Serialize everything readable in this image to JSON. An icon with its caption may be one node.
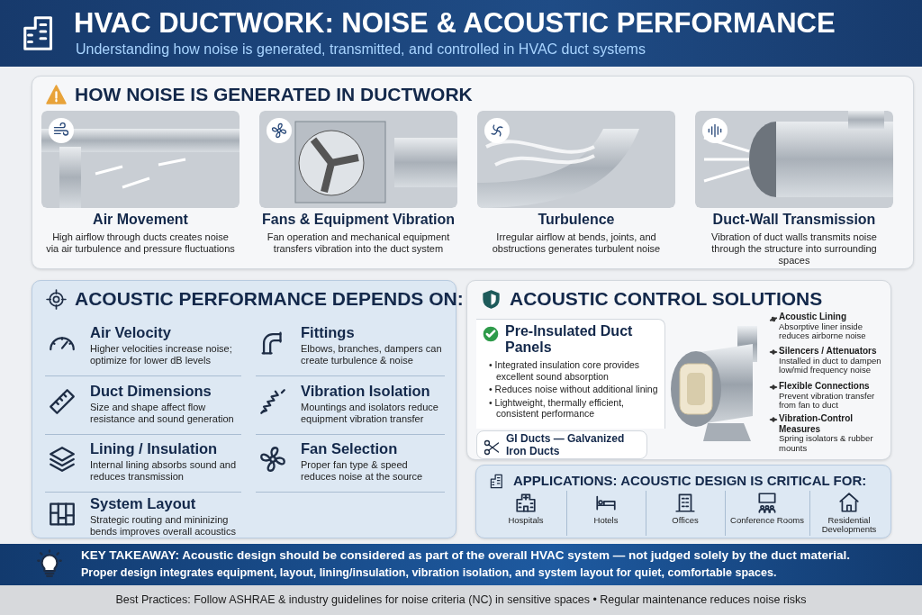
{
  "diagram": {
    "title": "HVAC DUCTWORK: NOISE & ACOUSTIC PERFORMANCE",
    "nodes": [
      {
        "text": [
          "HOW NOISE IS GENERATED IN DUCTWORK"
        ]
      },
      {
        "text": [
          "Air Movement",
          "High airflow through ducts creates noise via air turbulence and pressure fluctuations"
        ],
        "in": 0
      },
      {
        "text": [
          "Fans & Equipment Vibration",
          "Fan operation and mechanical equipment transfers vibration into the duct system"
        ],
        "in": 0
      },
      {
        "text": [
          "Turbulence",
          "Irregular airflow at bends, joints, and obstructions generates turbulent noise"
        ],
        "in": 0
      },
      {
        "text": [
          "Duct-Wall Transmission",
          "Vibration of duct walls transmits noise through the structure into surrounding spaces"
        ],
        "in": 0
      },
      {
        "text": [
          "ACOUSTIC PERFORMANCE DEPENDS ON:"
        ]
      },
      {
        "text": [
          "Air Velocity",
          "Higher velocities increase noise; optimize for lower dB levels"
        ],
        "in": 5
      },
      {
        "text": [
          "Fittings",
          "Elbows, branches, dampers can create turbulence & noise"
        ],
        "in": 5
      },
      {
        "text": [
          "Duct Dimensions",
          "Size and shape affect flow resistance and sound generation"
        ],
        "in": 5
      },
      {
        "text": [
          "Vibration Isolation",
          "Mountings and isolators reduce equipment vibration transfer"
        ],
        "in": 5
      },
      {
        "text": [
          "Lining / Insulation",
          "Internal lining absorbs sound and reduces transmission"
        ],
        "in": 5
      },
      {
        "text": [
          "Fan Selection",
          "Proper fan type & speed reduces noise at the source"
        ],
        "in": 5
      },
      {
        "text": [
          "System Layout",
          "Strategic routing and mininizing bends improves overall acoustics"
        ],
        "in": 5
      },
      {
        "text": [
          "ACOUSTIC CONTROL SOLUTIONS"
        ]
      },
      {
        "text": [
          "Pre-Insulated Duct Panels",
          "• Integrated insulation core provides excellent sound absorption",
          "• Reduces noise without additional lining",
          "• Lightweight, thermally efficient, consistent performance"
        ],
        "in": 13
      },
      {
        "text": [
          "GI Ducts — Galvanized Iron Ducts"
        ],
        "in": 13
      },
      {
        "text": [],
        "shape": "picture",
        "in": 13
      },
      {
        "text": [
          "Acoustic Lining",
          "Absorptive liner inside reduces airborne noise"
        ],
        "in": 13
      },
      {
        "text": [
          "Silencers / Attenuators",
          "Installed in duct to dampen low/mid frequency noise"
        ],
        "in": 13
      },
      {
        "text": [
          "Flexible Connections",
          "Prevent vibration transfer from fan to duct"
        ],
        "in": 13
      },
      {
        "text": [
          "Vibration-Control Measures",
          "Spring isolators & rubber mounts"
        ],
        "in": 13
      },
      {
        "text": [
          "APPLICATIONS: ACOUSTIC DESIGN IS CRITICAL FOR:"
        ]
      },
      {
        "text": [
          "Hospitals"
        ],
        "in": 21
      },
      {
        "text": [
          "Hotels"
        ],
        "in": 21
      },
      {
        "text": [
          "Offices"
        ],
        "in": 21
      },
      {
        "text": [
          "Conference Rooms"
        ],
        "in": 21
      },
      {
        "text": [
          "Residential Developments"
        ],
        "in": 21
      },
      {
        "text": [
          "KEY TAKEAWAY: Acoustic design should be considered as part of the overall HVAC system — not judged solely by the duct material.",
          "Proper design integrates equipment, layout, lining/insulation, vibration isolation, and system layout for quiet, comfortable spaces."
        ]
      },
      {
        "text": [
          "Best Practices: Follow ASHRAE & industry guidelines for noise criteria (NC) in sensitive spaces • Regular maintenance reduces noise risks"
        ]
      }
    ],
    "edges": [
      {
        "from": 17,
        "to": 16,
        "arrow": "both"
      },
      {
        "from": 18,
        "to": 16,
        "arrow": "both"
      },
      {
        "from": 19,
        "to": 16,
        "arrow": "both"
      },
      {
        "from": 20,
        "to": 16,
        "arrow": "both"
      }
    ],
    "labels": [
      "Understanding how noise is generated, transmitted, and controlled in HVAC duct systems"
    ]
  }
}
